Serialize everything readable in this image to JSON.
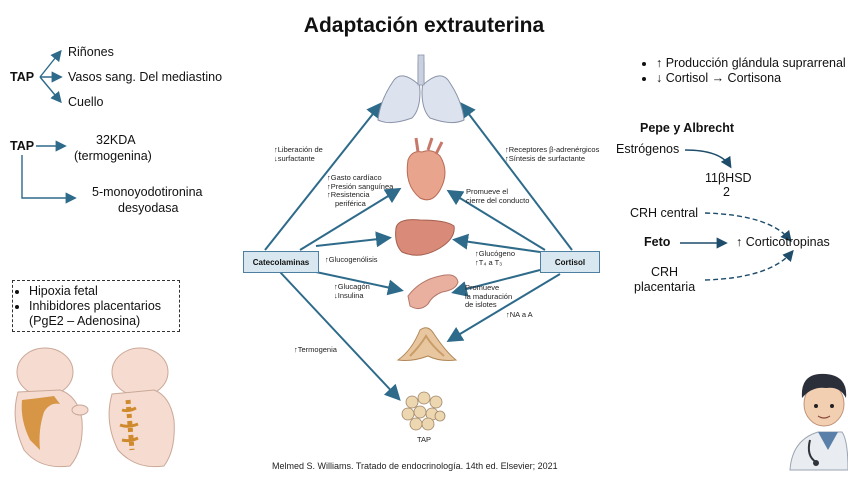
{
  "title": "Adaptación extrauterina",
  "tap1": {
    "label": "TAP",
    "targets": [
      "Riñones",
      "Vasos sang. Del mediastino",
      "Cuello"
    ]
  },
  "tap2": {
    "label": "TAP",
    "kda_line1": "32KDA",
    "kda_line2": "(termogenina)",
    "enzyme_line1": "5-monoyodotironina",
    "enzyme_line2": "desyodasa"
  },
  "fetal_box": {
    "items": [
      "Hipoxia fetal",
      "Inhibidores placentarios",
      "(PgE2 – Adenosina)"
    ]
  },
  "center": {
    "catecolaminas": "Catecolaminas",
    "cortisol": "Cortisol",
    "lung_left": [
      "↑Liberación de",
      "↓surfactante"
    ],
    "heart_left": [
      "↑Gasto cardíaco",
      "↑Presión sanguínea",
      "↑Resistencia",
      "  periférica"
    ],
    "liver_left": "↑Glucogenólisis",
    "pancreas_left": [
      "↑Glucagón",
      "↓Insulina"
    ],
    "termo_left": "↑Termogenia",
    "lung_right": [
      "↑Receptores β-adrenérgicos",
      "↑Síntesis de surfactante"
    ],
    "heart_right": [
      "Promueve el",
      "cierre del conducto"
    ],
    "liver_right": [
      "↑Glucógeno",
      "↑T₄ a T₃"
    ],
    "pancreas_right": [
      "Promueve",
      "la maduración",
      "de islotes"
    ],
    "adrenal_right": "↑NA a A",
    "tap_label": "TAP"
  },
  "citation": "Melmed S. Williams. Tratado de endocrinología. 14th ed. Elsevier; 2021",
  "right_top": {
    "items": [
      "↑ Producción glándula suprarrenal",
      "↓ Cortisol → Cortisona"
    ]
  },
  "right_flow": {
    "heading": "Pepe y Albrecht",
    "estrogenos": "Estrógenos",
    "hsd_line1": "11βHSD",
    "hsd_line2": "2",
    "crh_central": "CRH central",
    "feto": "Feto",
    "corticotropinas": "↑ Corticotropinas",
    "crh_plac_line1": "CRH",
    "crh_plac_line2": "placentaria"
  },
  "colors": {
    "arrow": "#2e6a8a",
    "hormone_box": "#d9e8f0",
    "organ_lung": "#dde3ee",
    "organ_heart": "#e8a48c",
    "organ_liver": "#d98a78",
    "organ_pancreas": "#e9b0a0",
    "organ_adrenal": "#e8c7a0",
    "baby_skin": "#f6dcd0",
    "brown_fat": "#d08a2e"
  }
}
